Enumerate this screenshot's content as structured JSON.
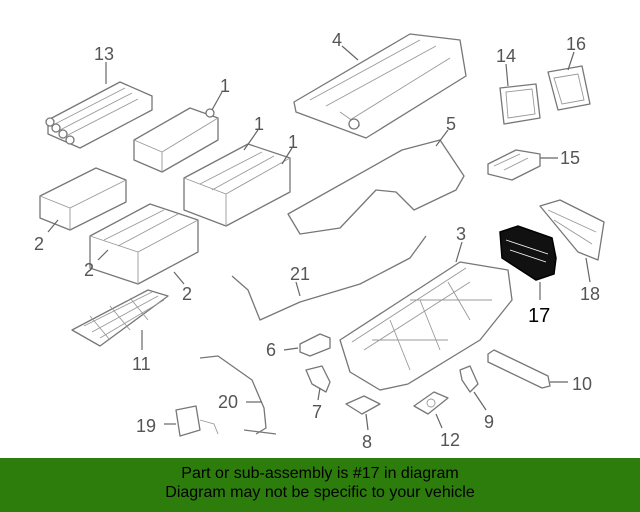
{
  "diagram": {
    "highlight_color": "#111111",
    "labels": {
      "p1a": "1",
      "p1b": "1",
      "p1c": "1",
      "p2a": "2",
      "p2b": "2",
      "p2c": "2",
      "p3": "3",
      "p4": "4",
      "p5": "5",
      "p6": "6",
      "p7": "7",
      "p8": "8",
      "p9": "9",
      "p10": "10",
      "p11": "11",
      "p12": "12",
      "p13": "13",
      "p14": "14",
      "p15": "15",
      "p16": "16",
      "p17": "17",
      "p18": "18",
      "p19": "19",
      "p20": "20",
      "p21": "21"
    }
  },
  "banner": {
    "line1": "Part or sub-assembly is #17 in diagram",
    "line2": "Diagram may not be specific to your vehicle",
    "color": "#2d7d0c"
  }
}
